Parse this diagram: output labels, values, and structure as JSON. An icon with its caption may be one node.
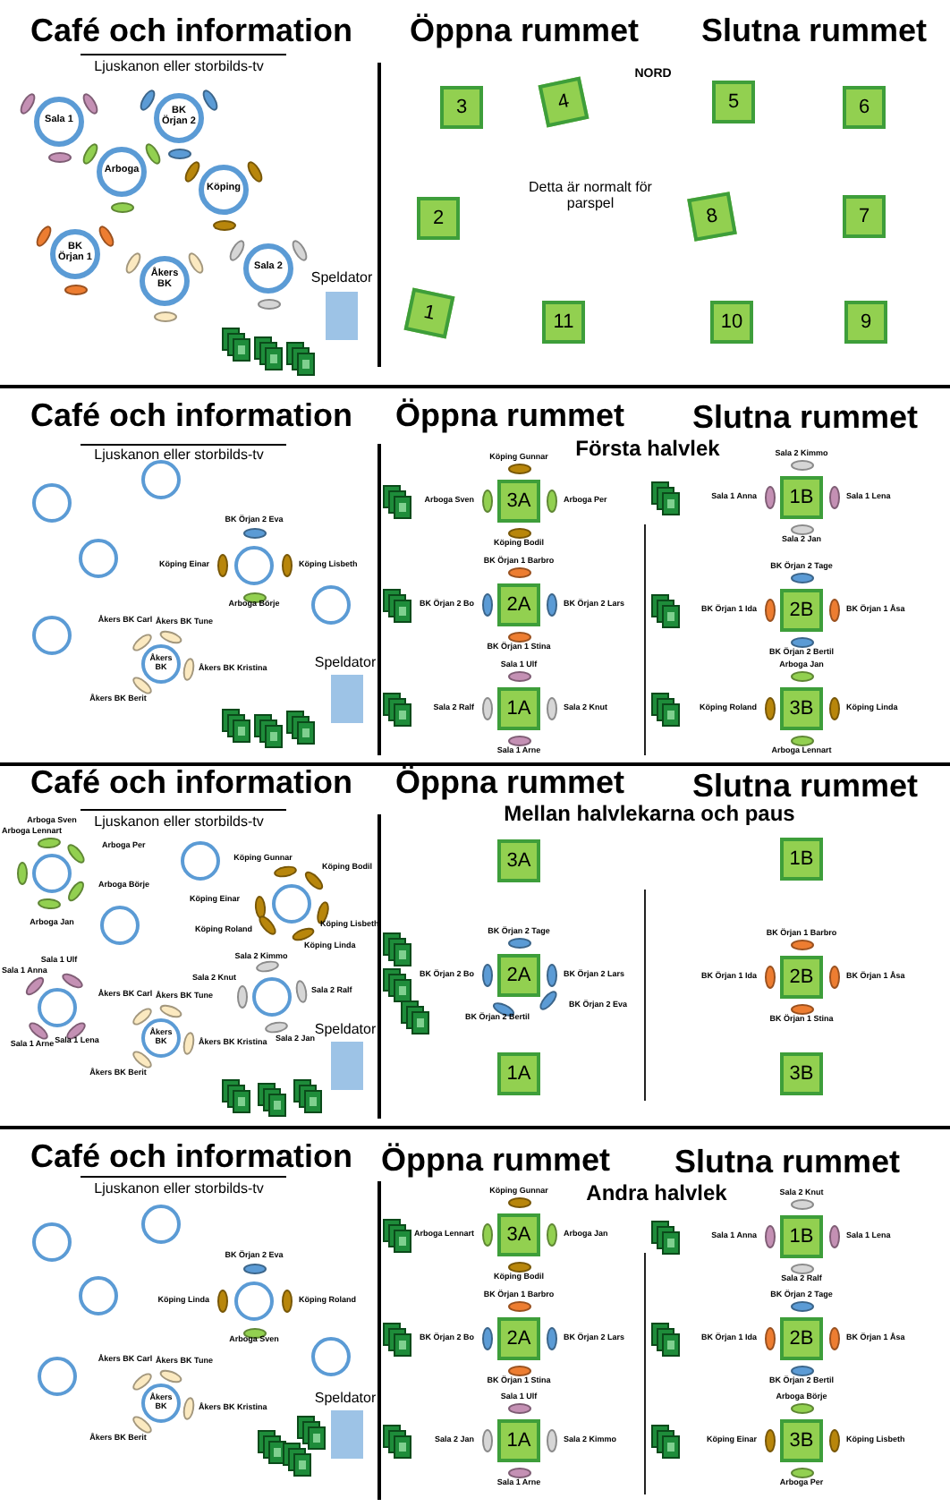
{
  "diagram": {
    "nodes": [
      {
        "text": [
          "Sala 1"
        ]
      },
      {
        "text": [
          "BK Örjan 2"
        ]
      },
      {
        "text": [
          "Arboga"
        ]
      },
      {
        "text": [
          "Köping"
        ]
      },
      {
        "text": [
          "BK Örjan 1"
        ]
      },
      {
        "text": [
          "Åkers BK"
        ]
      },
      {
        "text": [
          "Sala 2"
        ]
      },
      {
        "text": [
          "3"
        ]
      },
      {
        "text": [
          "4"
        ]
      },
      {
        "text": [
          "5"
        ]
      },
      {
        "text": [
          "6"
        ]
      },
      {
        "text": [
          "2"
        ]
      },
      {
        "text": [
          "8"
        ]
      },
      {
        "text": [
          "7"
        ]
      },
      {
        "text": [
          "1"
        ]
      },
      {
        "text": [
          "11"
        ]
      },
      {
        "text": [
          "10"
        ]
      },
      {
        "text": [
          "9"
        ]
      },
      {
        "text": [],
        "shape": "circle"
      },
      {
        "text": [],
        "shape": "circle"
      },
      {
        "text": [],
        "shape": "circle"
      },
      {
        "text": [],
        "shape": "circle",
        "beside": [
          "BK Örjan 2 Eva",
          "Köping Einar",
          "Köping Lisbeth",
          "Arboga Börje"
        ]
      },
      {
        "text": [],
        "shape": "circle"
      },
      {
        "text": [],
        "shape": "circle"
      },
      {
        "text": [
          "Åkers BK"
        ],
        "beside": [
          "Åkers BK Carl",
          "Åkers BK Tune",
          "Åkers BK Kristina",
          "Åkers BK Berit"
        ]
      },
      {
        "text": [
          "3A"
        ],
        "beside": [
          "Köping Gunnar",
          "Arboga Sven",
          "Arboga Per",
          "Köping Bodil"
        ]
      },
      {
        "text": [
          "1B"
        ],
        "beside": [
          "Sala 2 Kimmo",
          "Sala 1 Anna",
          "Sala 1 Lena",
          "Sala 2 Jan"
        ]
      },
      {
        "text": [
          "2A"
        ],
        "beside": [
          "BK Örjan 1 Barbro",
          "BK Örjan 2 Bo",
          "BK Örjan 2 Lars",
          "BK Örjan 1 Stina"
        ]
      },
      {
        "text": [
          "2B"
        ],
        "beside": [
          "BK Örjan 2 Tage",
          "BK Örjan 1 Ida",
          "BK Örjan 1 Åsa",
          "BK Örjan 2 Bertil"
        ]
      },
      {
        "text": [
          "1A"
        ],
        "beside": [
          "Sala 1 Ulf",
          "Sala 2 Ralf",
          "Sala 2 Knut",
          "Sala 1 Arne"
        ]
      },
      {
        "text": [
          "3B"
        ],
        "beside": [
          "Arboga Jan",
          "Köping Roland",
          "Köping Linda",
          "Arboga Lennart"
        ]
      },
      {
        "text": [],
        "shape": "circle",
        "beside": [
          "Arboga Sven",
          "Arboga Per",
          "Arboga Lennart",
          "Arboga Börje",
          "Arboga Jan"
        ]
      },
      {
        "text": [],
        "shape": "circle"
      },
      {
        "text": [],
        "shape": "circle",
        "beside": [
          "Köping Gunnar",
          "Köping Bodil",
          "Köping Einar",
          "Köping Lisbeth",
          "Köping Roland",
          "Köping Linda"
        ]
      },
      {
        "text": [],
        "shape": "circle"
      },
      {
        "text": [],
        "shape": "circle",
        "beside": [
          "Sala 1 Ulf",
          "Sala 1 Anna",
          "Sala 1 Arne",
          "Sala 1 Lena"
        ]
      },
      {
        "text": [
          "Åkers BK"
        ],
        "beside": [
          "Åkers BK Carl",
          "Åkers BK Tune",
          "Åkers BK Kristina",
          "Åkers BK Berit"
        ]
      },
      {
        "text": [],
        "shape": "circle",
        "beside": [
          "Sala 2 Kimmo",
          "Sala 2 Knut",
          "Sala 2 Ralf",
          "Sala 2 Jan"
        ]
      },
      {
        "text": [
          "3A"
        ]
      },
      {
        "text": [
          "1B"
        ]
      },
      {
        "text": [
          "2A"
        ],
        "beside": [
          "BK Örjan 2 Tage",
          "BK Örjan 2 Bo",
          "BK Örjan 2 Lars",
          "BK Örjan 2 Eva",
          "BK Örjan 2 Bertil"
        ]
      },
      {
        "text": [
          "2B"
        ],
        "beside": [
          "BK Örjan 1 Barbro",
          "BK Örjan 1 Ida",
          "BK Örjan 1 Åsa",
          "BK Örjan 1 Stina"
        ]
      },
      {
        "text": [
          "1A"
        ]
      },
      {
        "text": [
          "3B"
        ]
      },
      {
        "text": [],
        "shape": "circle"
      },
      {
        "text": [],
        "shape": "circle"
      },
      {
        "text": [],
        "shape": "circle"
      },
      {
        "text": [],
        "shape": "circle",
        "beside": [
          "BK Örjan 2 Eva",
          "Köping Linda",
          "Köping Roland",
          "Arboga Sven"
        ]
      },
      {
        "text": [],
        "shape": "circle"
      },
      {
        "text": [],
        "shape": "circle"
      },
      {
        "text": [
          "Åkers BK"
        ],
        "beside": [
          "Åkers BK Carl",
          "Åkers BK Tune",
          "Åkers BK Kristina",
          "Åkers BK Berit"
        ]
      },
      {
        "text": [
          "3A"
        ],
        "beside": [
          "Köping Gunnar",
          "Arboga Lennart",
          "Arboga Jan",
          "Köping Bodil"
        ]
      },
      {
        "text": [
          "1B"
        ],
        "beside": [
          "Sala 2 Knut",
          "Sala 1 Anna",
          "Sala 1 Lena",
          "Sala 2 Ralf"
        ]
      },
      {
        "text": [
          "2A"
        ],
        "beside": [
          "BK Örjan 1 Barbro",
          "BK Örjan 2 Bo",
          "BK Örjan 2 Lars",
          "BK Örjan 1 Stina"
        ]
      },
      {
        "text": [
          "2B"
        ],
        "beside": [
          "BK Örjan 2 Tage",
          "BK Örjan 1 Ida",
          "BK Örjan 1 Åsa",
          "BK Örjan 2 Bertil"
        ]
      },
      {
        "text": [
          "1A"
        ],
        "beside": [
          "Sala 1 Ulf",
          "Sala 2 Jan",
          "Sala 2 Kimmo",
          "Sala 1 Arne"
        ]
      },
      {
        "text": [
          "3B"
        ],
        "beside": [
          "Arboga Börje",
          "Köping Einar",
          "Köping Lisbeth",
          "Arboga Per"
        ]
      }
    ],
    "labels": [
      "Café och information",
      "Öppna rummet",
      "Slutna rummet",
      "NORD",
      "Ljuskanon eller storbilds-tv",
      "Detta är normalt för parspel",
      "Speldator",
      "Café och information",
      "Öppna rummet",
      "Slutna rummet",
      "Första halvlek",
      "Ljuskanon eller storbilds-tv",
      "Speldator",
      "Café och information",
      "Öppna rummet",
      "Slutna rummet",
      "Mellan halvlekarna och paus",
      "Ljuskanon eller storbilds-tv",
      "Speldator",
      "Café och information",
      "Öppna rummet",
      "Slutna rummet",
      "Ljuskanon eller storbilds-tv",
      "Andra halvlek",
      "Speldator"
    ]
  }
}
